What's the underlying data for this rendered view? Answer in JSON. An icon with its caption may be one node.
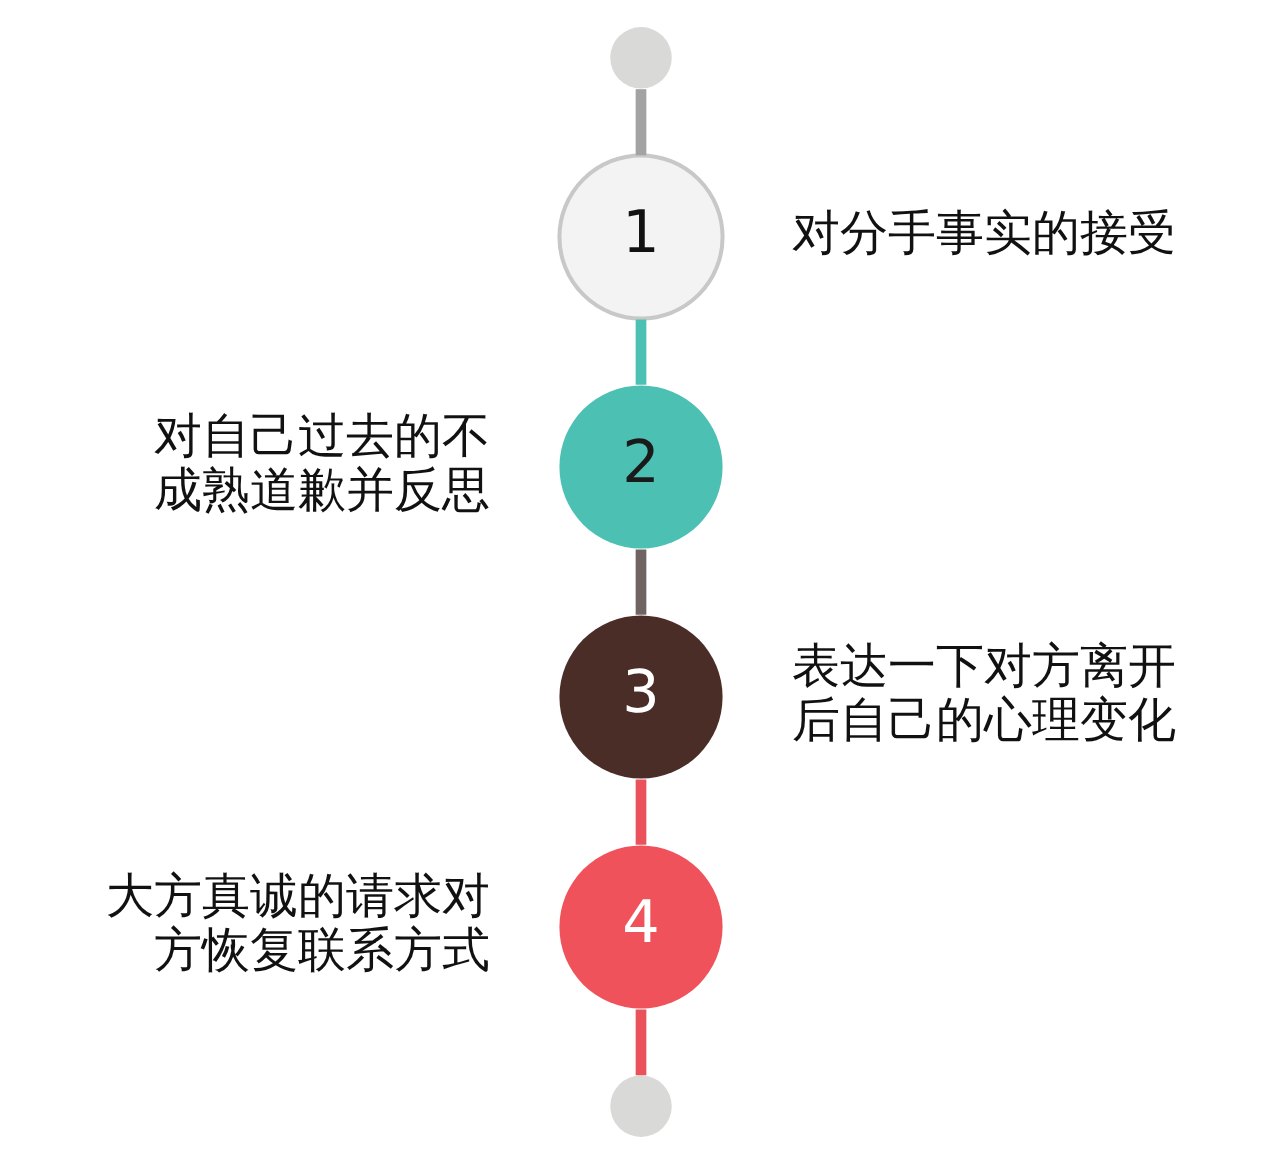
{
  "diagram": {
    "nodes": [
      {
        "text": [],
        "shape": "circle"
      },
      {
        "text": [
          "1"
        ],
        "beside": [
          "对分手事实的接受"
        ]
      },
      {
        "text": [
          "2"
        ],
        "beside": [
          "对自己过去的不成熟道歉并反思"
        ]
      },
      {
        "text": [
          "3"
        ],
        "beside": [
          "表达一下对方离开后自己的心理变化"
        ]
      },
      {
        "text": [
          "4"
        ],
        "beside": [
          "大方真诚的请求对方恢复联系方式"
        ]
      },
      {
        "text": [],
        "shape": "circle"
      }
    ],
    "edges": [
      {
        "from": 0,
        "to": 1,
        "arrow": "none",
        "color": "#a3a3a3"
      },
      {
        "from": 1,
        "to": 2,
        "arrow": "none",
        "color": "#4cc0b3"
      },
      {
        "from": 2,
        "to": 3,
        "arrow": "none",
        "color": "#6f6461"
      },
      {
        "from": 3,
        "to": 4,
        "arrow": "none"
      },
      {
        "from": 4,
        "to": 5,
        "arrow": "none"
      }
    ]
  }
}
